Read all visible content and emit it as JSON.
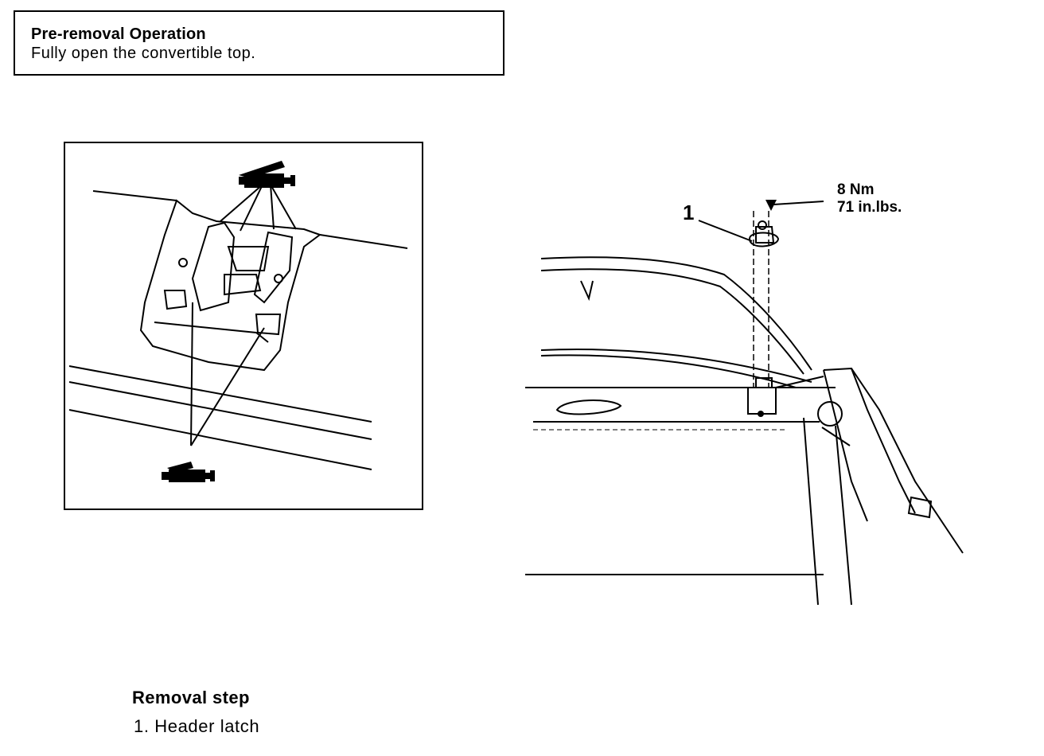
{
  "pre_removal": {
    "title": "Pre-removal Operation",
    "text": "Fully open the convertible top."
  },
  "callout": {
    "number": "1",
    "torque_metric": "8 Nm",
    "torque_imperial": "71 in.lbs."
  },
  "removal": {
    "title": "Removal step",
    "items": [
      "1. Header latch"
    ]
  },
  "icons": {
    "inset_top": "grease-gun-icon",
    "inset_bottom": "grease-gun-icon"
  }
}
